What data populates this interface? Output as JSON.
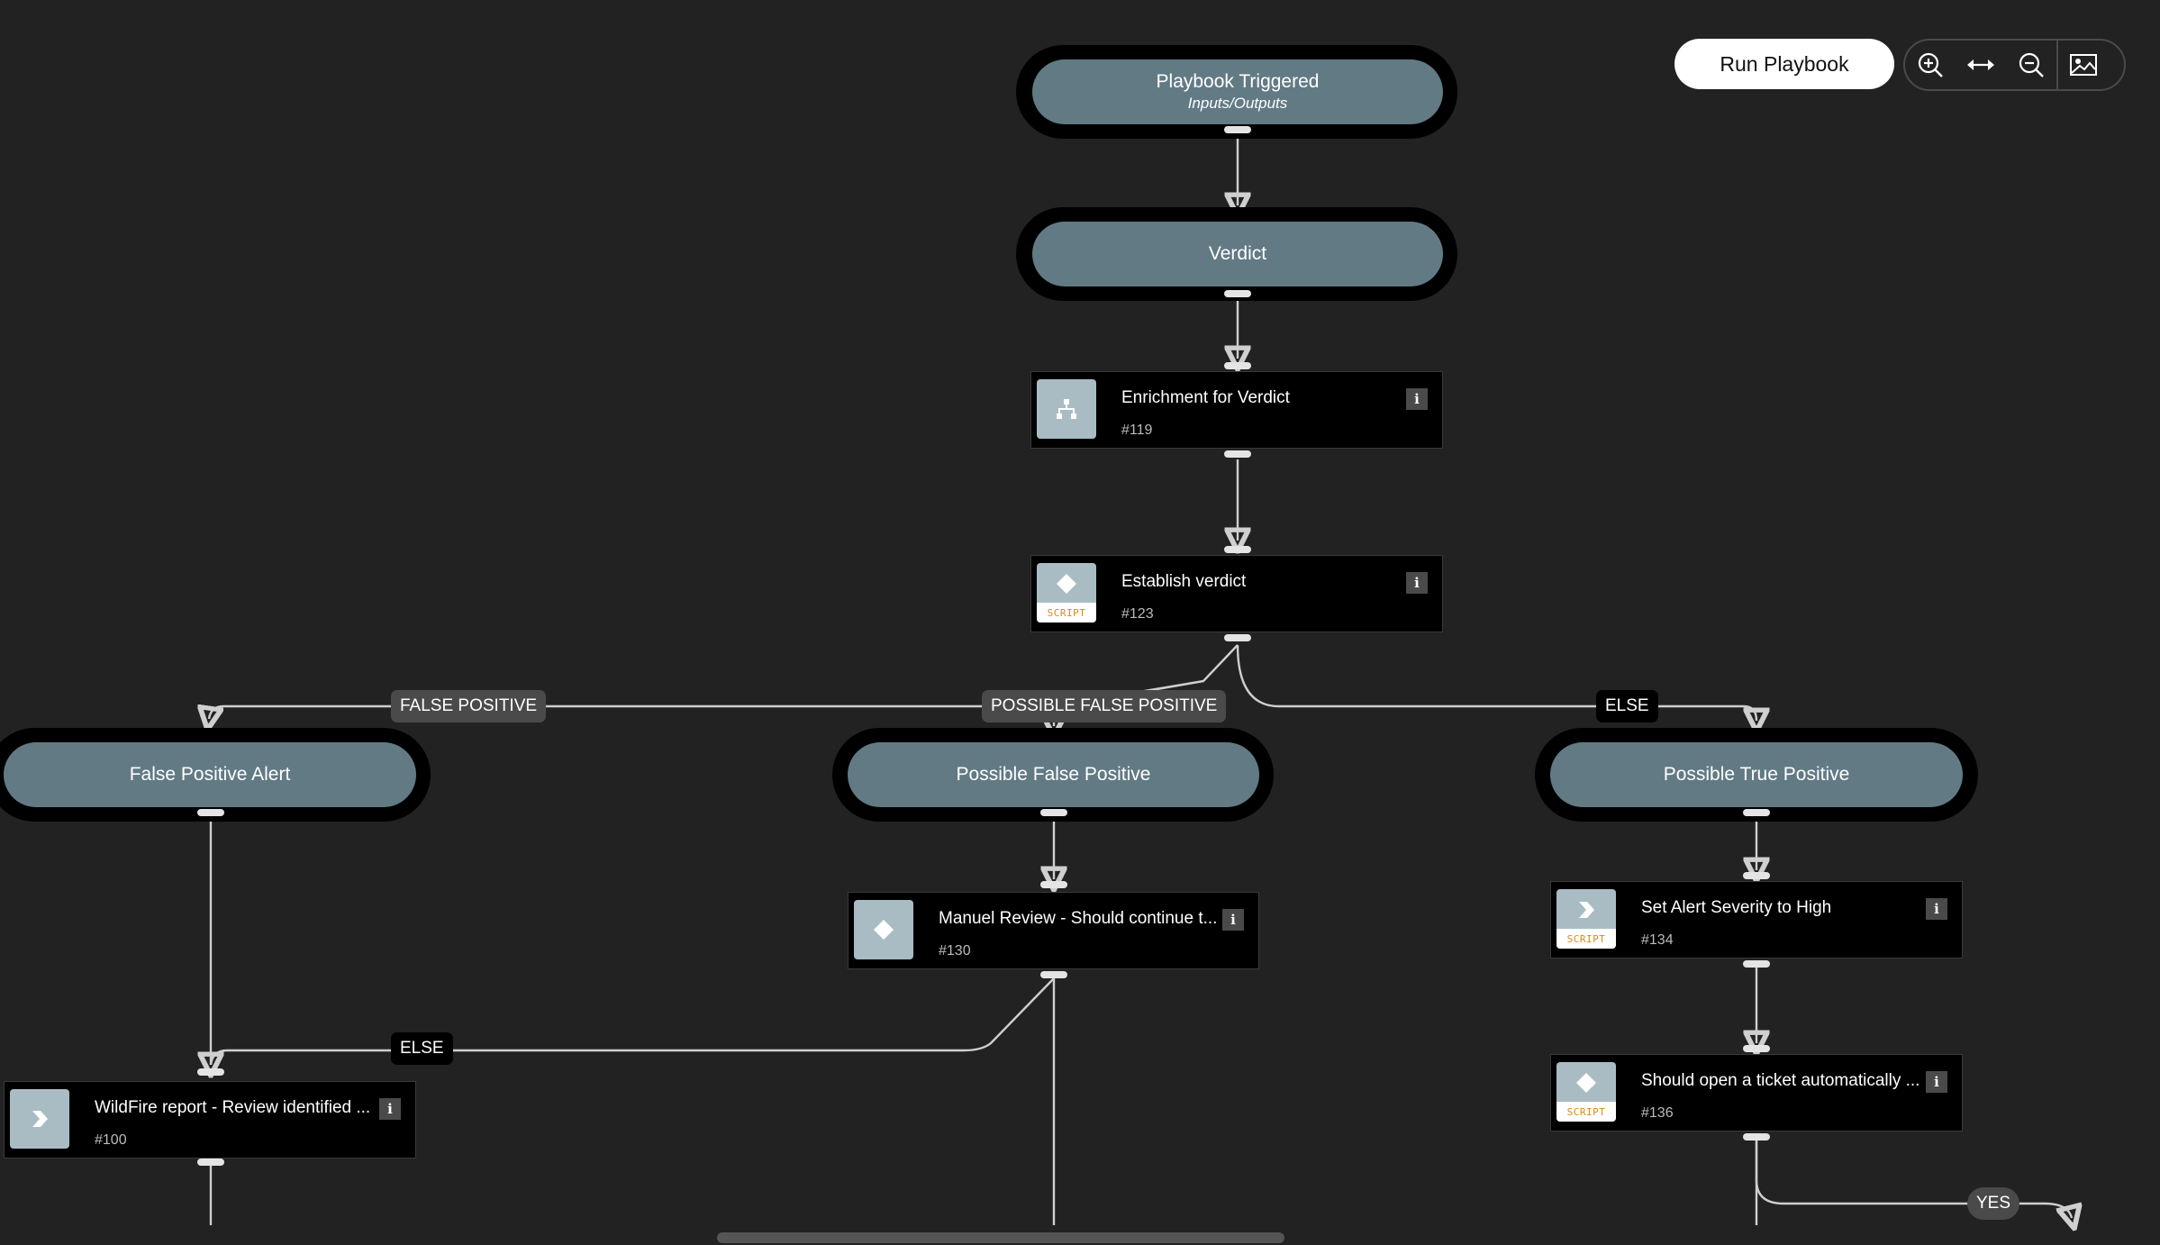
{
  "toolbar": {
    "run_label": "Run Playbook",
    "zoom_in_icon": "zoom-in-icon",
    "fit_icon": "fit-width-icon",
    "zoom_out_icon": "zoom-out-icon",
    "image_icon": "image-icon"
  },
  "sections": {
    "triggered": {
      "label": "Playbook Triggered",
      "sub": "Inputs/Outputs"
    },
    "verdict": {
      "label": "Verdict"
    },
    "false_positive_alert": {
      "label": "False Positive Alert"
    },
    "possible_false_positive": {
      "label": "Possible False Positive"
    },
    "possible_true_positive": {
      "label": "Possible True Positive"
    }
  },
  "tasks": {
    "enrichment": {
      "title": "Enrichment for Verdict",
      "num": "#119",
      "icon": "sub-playbook-icon"
    },
    "establish": {
      "title": "Establish verdict",
      "num": "#123",
      "icon": "condition-icon",
      "badge": "SCRIPT"
    },
    "manual_review": {
      "title": "Manuel Review - Should continue t...",
      "num": "#130",
      "icon": "condition-icon"
    },
    "set_severity": {
      "title": "Set Alert Severity to High",
      "num": "#134",
      "icon": "run-icon",
      "badge": "SCRIPT"
    },
    "open_ticket": {
      "title": "Should open a ticket automatically ...",
      "num": "#136",
      "icon": "condition-icon",
      "badge": "SCRIPT"
    },
    "wildfire": {
      "title": "WildFire report - Review identified ...",
      "num": "#100",
      "icon": "run-icon"
    }
  },
  "edge_labels": {
    "false_positive": "FALSE POSITIVE",
    "possible_false_positive": "POSSIBLE FALSE POSITIVE",
    "else_right": "ELSE",
    "else_left": "ELSE",
    "yes": "YES"
  },
  "colors": {
    "background": "#222222",
    "section_fill": "#627a84",
    "task_fill": "#000000",
    "icon_tile": "#a9bcc4",
    "script_text": "#d98a14"
  }
}
